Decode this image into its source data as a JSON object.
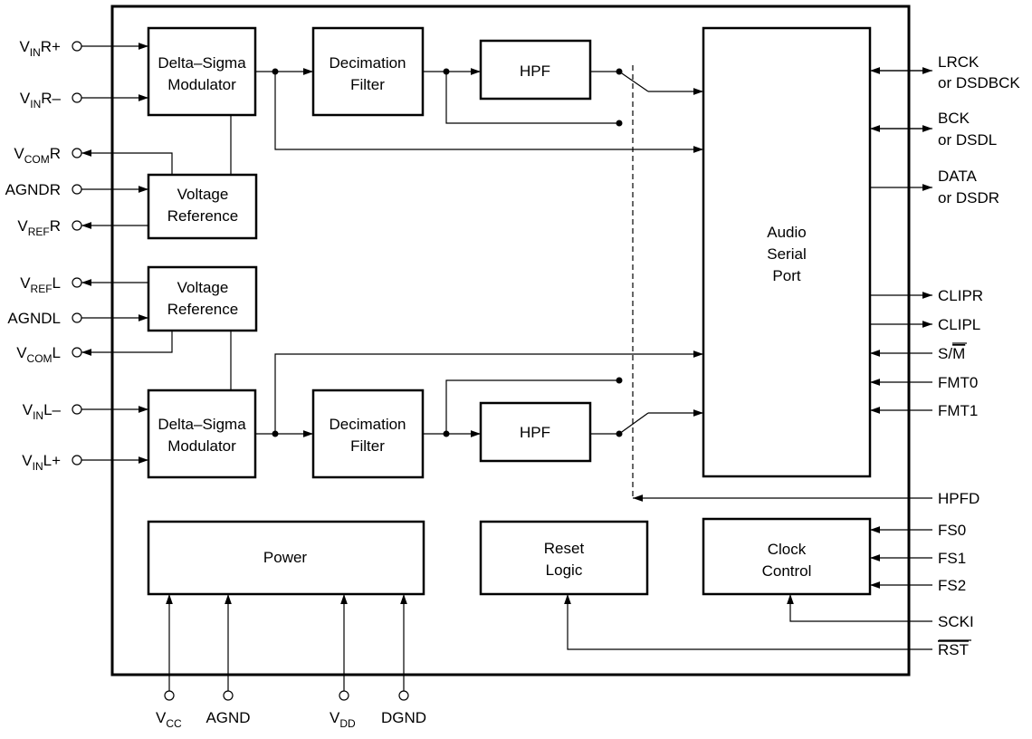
{
  "blocks": {
    "dsm_r": [
      "Delta–Sigma",
      "Modulator"
    ],
    "dec_r": [
      "Decimation",
      "Filter"
    ],
    "hpf_r": "HPF",
    "vref_r": [
      "Voltage",
      "Reference"
    ],
    "vref_l": [
      "Voltage",
      "Reference"
    ],
    "dsm_l": [
      "Delta–Sigma",
      "Modulator"
    ],
    "dec_l": [
      "Decimation",
      "Filter"
    ],
    "hpf_l": "HPF",
    "asp": [
      "Audio",
      "Serial",
      "Port"
    ],
    "power": "Power",
    "reset": [
      "Reset",
      "Logic"
    ],
    "clock": [
      "Clock",
      "Control"
    ]
  },
  "pins_left": {
    "vinr_plus": {
      "main": "V",
      "sub": "IN",
      "suffix": "R+"
    },
    "vinr_minus": {
      "main": "V",
      "sub": "IN",
      "suffix": "R–"
    },
    "vcomr": {
      "main": "V",
      "sub": "COM",
      "suffix": "R"
    },
    "agndr": "AGNDR",
    "vrefr": {
      "main": "V",
      "sub": "REF",
      "suffix": "R"
    },
    "vrefl": {
      "main": "V",
      "sub": "REF",
      "suffix": "L"
    },
    "agndl": "AGNDL",
    "vcoml": {
      "main": "V",
      "sub": "COM",
      "suffix": "L"
    },
    "vinl_minus": {
      "main": "V",
      "sub": "IN",
      "suffix": "L–"
    },
    "vinl_plus": {
      "main": "V",
      "sub": "IN",
      "suffix": "L+"
    }
  },
  "pins_right": {
    "lrck": [
      "LRCK",
      "or DSDBCK"
    ],
    "bck": [
      "BCK",
      "or DSDL"
    ],
    "data": [
      "DATA",
      "or DSDR"
    ],
    "clipr": "CLIPR",
    "clipl": "CLIPL",
    "sm": {
      "s": "S/",
      "m": "M"
    },
    "fmt0": "FMT0",
    "fmt1": "FMT1",
    "hpfd": "HPFD",
    "fs0": "FS0",
    "fs1": "FS1",
    "fs2": "FS2",
    "scki": "SCKI",
    "rst": "RST"
  },
  "pins_bottom": {
    "vcc": {
      "main": "V",
      "sub": "CC"
    },
    "agnd": "AGND",
    "vdd": {
      "main": "V",
      "sub": "DD"
    },
    "dgnd": "DGND"
  }
}
